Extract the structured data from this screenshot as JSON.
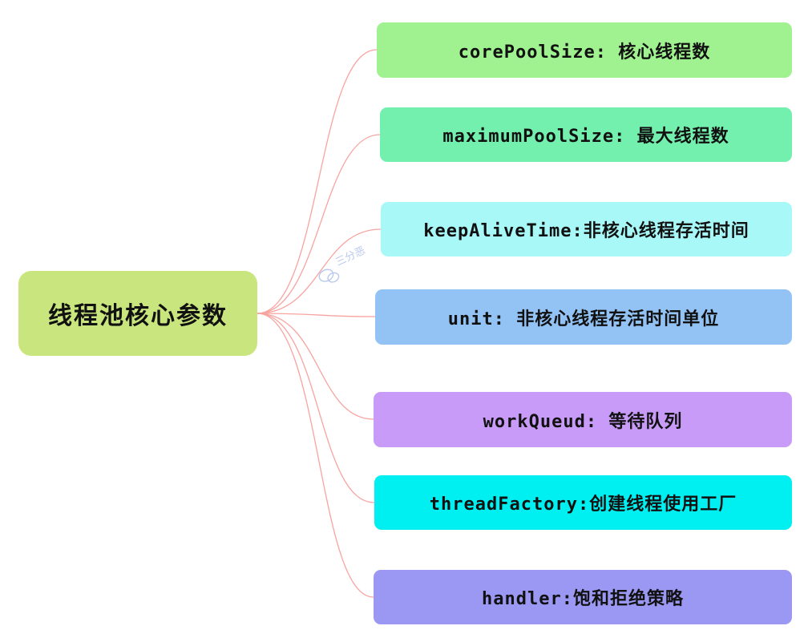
{
  "root": {
    "label": "线程池核心参数"
  },
  "nodes": [
    {
      "label": "corePoolSize: 核心线程数"
    },
    {
      "label": "maximumPoolSize: 最大线程数"
    },
    {
      "label": "keepAliveTime:非核心线程存活时间"
    },
    {
      "label": "unit: 非核心线程存活时间单位"
    },
    {
      "label": "workQueud: 等待队列"
    },
    {
      "label": "threadFactory:创建线程使用工厂"
    },
    {
      "label": "handler:饱和拒绝策略"
    }
  ],
  "watermark": {
    "text": "三分恶"
  },
  "colors": {
    "connector": "#f7a4a0",
    "root": "#c9e67e",
    "nodes": [
      "#a0f290",
      "#74f0ae",
      "#a9f8f8",
      "#93c3f5",
      "#c79bf7",
      "#00f0f2",
      "#9b98f3"
    ]
  }
}
